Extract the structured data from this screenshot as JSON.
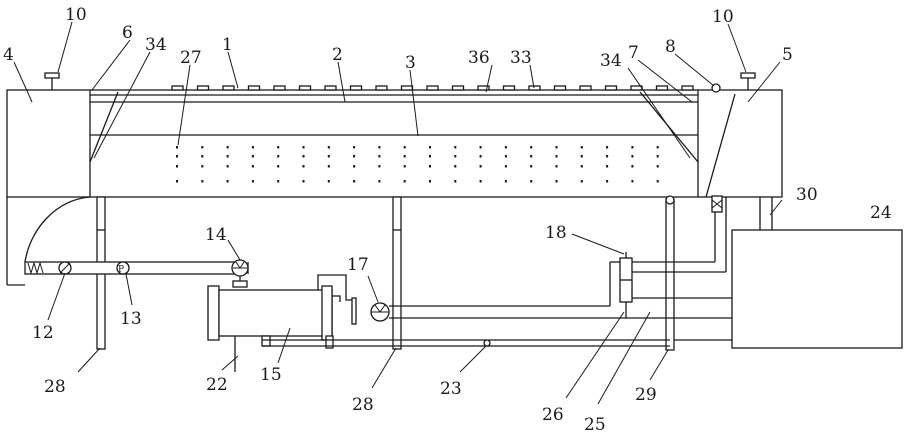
{
  "labels": {
    "n1": "1",
    "n2": "2",
    "n3": "3",
    "n4": "4",
    "n5": "5",
    "n6": "6",
    "n7": "7",
    "n8": "8",
    "n10a": "10",
    "n10b": "10",
    "n12": "12",
    "n13": "13",
    "n14": "14",
    "n15": "15",
    "n17": "17",
    "n18": "18",
    "n22": "22",
    "n23": "23",
    "n24": "24",
    "n25": "25",
    "n26": "26",
    "n27": "27",
    "n28a": "28",
    "n28b": "28",
    "n29": "29",
    "n30": "30",
    "n33": "33",
    "n34a": "34",
    "n34b": "34",
    "n36": "36"
  },
  "symbols": {
    "pump_letter": "P",
    "spring": "W"
  }
}
